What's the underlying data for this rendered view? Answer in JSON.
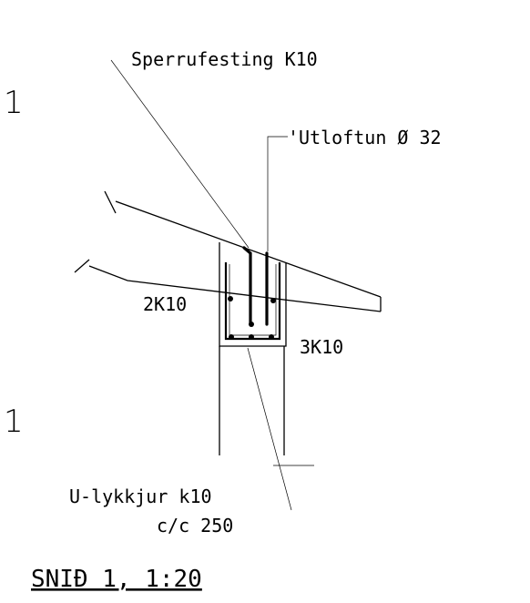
{
  "labels": {
    "sperrufesting": "Sperrufesting K10",
    "utloftun": "'Utloftun Ø 32",
    "bars_2k10": "2K10",
    "bars_3k10": "3K10",
    "u_lykkjur_1": "U-lykkjur k10",
    "u_lykkjur_2": "c/c 250",
    "section_mark_top": "1",
    "section_mark_bottom": "1",
    "title": "SNIÐ 1, 1:20"
  }
}
